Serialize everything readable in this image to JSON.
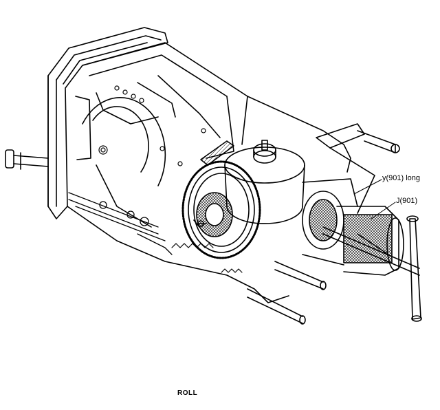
{
  "labels": {
    "tool_y": "y(901) long",
    "tool_j": "J(901)"
  },
  "caption": "ROLL",
  "colors": {
    "ink": "#000000",
    "paper": "#ffffff"
  }
}
